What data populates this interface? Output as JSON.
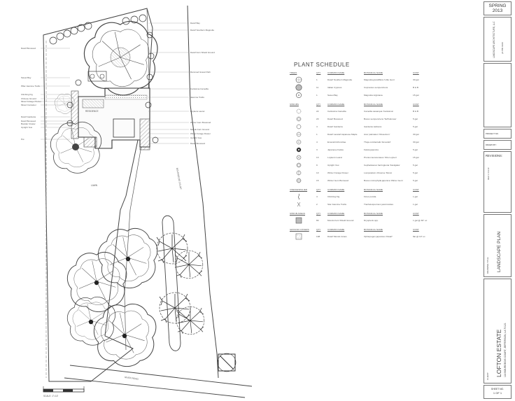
{
  "schedule": {
    "title": "PLANT SCHEDULE",
    "columns": {
      "qty": "QTY",
      "common": "COMMON NAME",
      "botanical": "BOTANICAL NAME",
      "cont": "CONT"
    },
    "groups": [
      {
        "label": "TREES",
        "items": [
          {
            "qty": "1",
            "common": "Dwarf Southern Magnolia",
            "botanical": "Magnolia grandiflora 'Little Gem'",
            "cont": "30 gal"
          },
          {
            "qty": "11",
            "common": "Italian Cypress",
            "botanical": "Cupressus sempervirens",
            "cont": "B & B"
          },
          {
            "qty": "1",
            "common": "Sweet Bay",
            "botanical": "Magnolia virginiana",
            "cont": "15 gal"
          }
        ]
      },
      {
        "label": "SHRUBS",
        "items": [
          {
            "qty": "22",
            "common": "Carissima Camellia",
            "botanical": "Camellia sasanqua 'Carissima'",
            "cont": "B & B"
          },
          {
            "qty": "20",
            "common": "Dwarf Boxwood",
            "botanical": "Buxus sempervirens 'Suffruticosa'",
            "cont": "5 gal"
          },
          {
            "qty": "4",
            "common": "Dwarf Gardenia",
            "botanical": "Gardenia radicans",
            "cont": "5 gal"
          },
          {
            "qty": "1",
            "common": "Dwarf Lacelaf Japanese Maple",
            "botanical": "Acer palmatum 'Dissectum'",
            "cont": "30 gal"
          },
          {
            "qty": "4",
            "common": "Emerald Arborvitae",
            "botanical": "Thuja occidentalis 'Emerald'",
            "cont": "30 gal"
          },
          {
            "qty": "3",
            "common": "Japanese Fatsia",
            "botanical": "Fatsia japonica",
            "cont": "5 gal"
          },
          {
            "qty": "13",
            "common": "Luykens Laurel",
            "botanical": "Prunus laurocerasus 'Otto Luyken'",
            "cont": "15 gal"
          },
          {
            "qty": "9",
            "common": "Upright Yew",
            "botanical": "Cephalotaxus harringtonia 'Fastigiata'",
            "cont": "5 gal"
          },
          {
            "qty": "10",
            "common": "Winter Forage Flower",
            "botanical": "Loropetalum chinense 'Mona'",
            "cont": "5 gal"
          },
          {
            "qty": "15",
            "common": "Winter Gem Boxwood",
            "botanical": "Buxus microphylla japonica 'Winter Gem'",
            "cont": "5 gal"
          }
        ]
      },
      {
        "label": "VINES/ESPALIER",
        "items": [
          {
            "qty": "4",
            "common": "Climbing Fig",
            "botanical": "Ficus pumila",
            "cont": "1 gal"
          },
          {
            "qty": "2",
            "common": "Star Jasmine Trellis",
            "botanical": "Trachelospermum jasminoides",
            "cont": "1 gal"
          }
        ]
      },
      {
        "label": "SHRUB AREAS",
        "items": [
          {
            "qty": "80",
            "common": "Mondo Fern Shield Ground",
            "botanical": "Dryopteris spp.",
            "cont": "1 gal @ 36\" oc"
          }
        ]
      },
      {
        "label": "GROUND COVERS",
        "items": [
          {
            "qty": "108",
            "common": "Dwarf Mondo Grass",
            "botanical": "Ophiopogon japonicus 'Dwarf'",
            "cont": "flat @ 10\" oc"
          }
        ]
      }
    ]
  },
  "plan": {
    "labels": {
      "residence": "RESIDENCE",
      "lawn": "LAWN",
      "court": "BOURGEOIS COURT",
      "road": "RIVER ROAD",
      "scale": "SCALE: 1\"=10'"
    },
    "notes_left": [
      "Dwarf Boxwood",
      "Sweet Bay",
      "Pillar Jasmine Trellis",
      "Climbing Fig",
      "Chinese Ground",
      "Mixed Foliage Planter",
      "Mixed Container",
      "Dwarf Gardenia",
      "Dwarf Boxwood",
      "Boulder Cluster",
      "Upright Yew",
      "Pot"
    ],
    "notes_right": [
      "Dwarf Bay",
      "Dwarf Southern Magnolia",
      "Dwarf Fern Shield Ground",
      "Rammed Gravel Path",
      "Carissima Camellia",
      "Jasmine Trellis",
      "Luykens Laurel",
      "Winter Gem Boxwood",
      "Mondo Fern Ground",
      "Winter Forage Flower",
      "Upright Yew",
      "Dwarf Boxwood"
    ]
  },
  "titleblock": {
    "season": "SPRING",
    "year": "2013",
    "designer": "LANDSCAPE ARCHITECTURE, LLC",
    "contact": "ph 555 0100",
    "project_no_label": "PROJECT NO.",
    "drawn_label": "DRAWN BY:",
    "revisions": "REVISIONS:",
    "revision_note": "REV 1 / 04.13",
    "drawing_title_label": "DRAWING TITLE:",
    "drawing_title": "LANDSCAPE PLAN",
    "client_label": "CLIENT:",
    "client_name": "LOFTON ESTATE",
    "client_address": "114 BOURGEOIS COURT, JEFFERSON, LA 70121",
    "sheet_label": "SHEET NO.",
    "sheet_no": "1 OF 1"
  }
}
